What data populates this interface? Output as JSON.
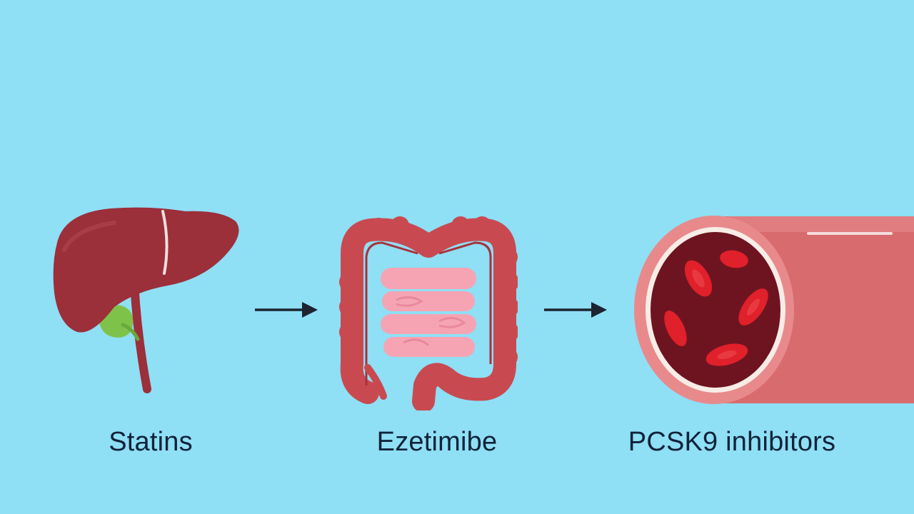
{
  "colors": {
    "background": "#8fdff5",
    "liver": "#9b2f3a",
    "gallbladder": "#7fc24a",
    "colon": "#c84a50",
    "small_intestine": "#f6a4b3",
    "vessel_wall": "#d86b6e",
    "blood": "#6e1420",
    "red_cell": "#e0202a",
    "arrow": "#1b2430",
    "label_text": "#10233a"
  },
  "steps": [
    {
      "organ_icon": "liver-icon",
      "label": "Statins"
    },
    {
      "organ_icon": "intestine-icon",
      "label": "Ezetimibe"
    },
    {
      "organ_icon": "blood-vessel-icon",
      "label": "PCSK9 inhibitors"
    }
  ]
}
